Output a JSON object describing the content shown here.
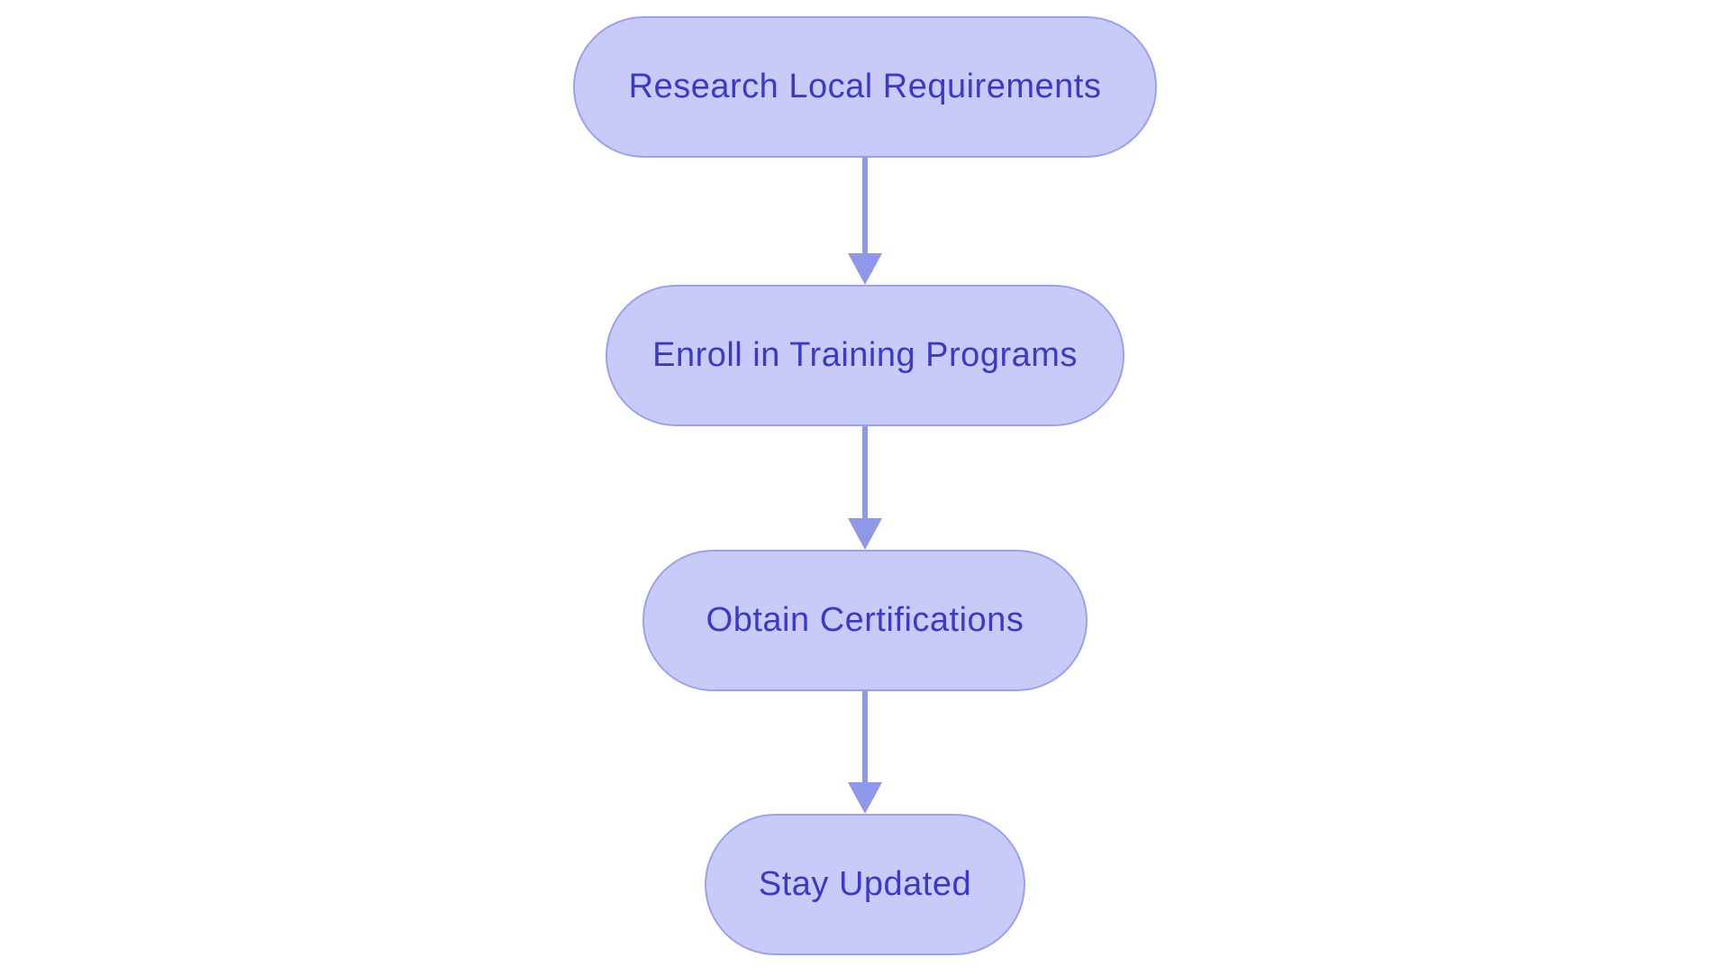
{
  "diagram": {
    "type": "flowchart",
    "direction": "top-down",
    "nodes": [
      {
        "id": "n1",
        "shape": "stadium",
        "label": "Research Local Requirements"
      },
      {
        "id": "n2",
        "shape": "stadium",
        "label": "Enroll in Training Programs"
      },
      {
        "id": "n3",
        "shape": "stadium",
        "label": "Obtain Certifications"
      },
      {
        "id": "n4",
        "shape": "stadium",
        "label": "Stay Updated"
      }
    ],
    "edges": [
      {
        "from": "n1",
        "to": "n2",
        "style": "arrow"
      },
      {
        "from": "n2",
        "to": "n3",
        "style": "arrow"
      },
      {
        "from": "n3",
        "to": "n4",
        "style": "arrow"
      }
    ]
  },
  "colors": {
    "background": "#ffffff",
    "node_fill": "#C8CBF7",
    "node_border": "#9AA1EF",
    "node_text": "#3B3AC8",
    "arrow": "#8F97E9"
  }
}
